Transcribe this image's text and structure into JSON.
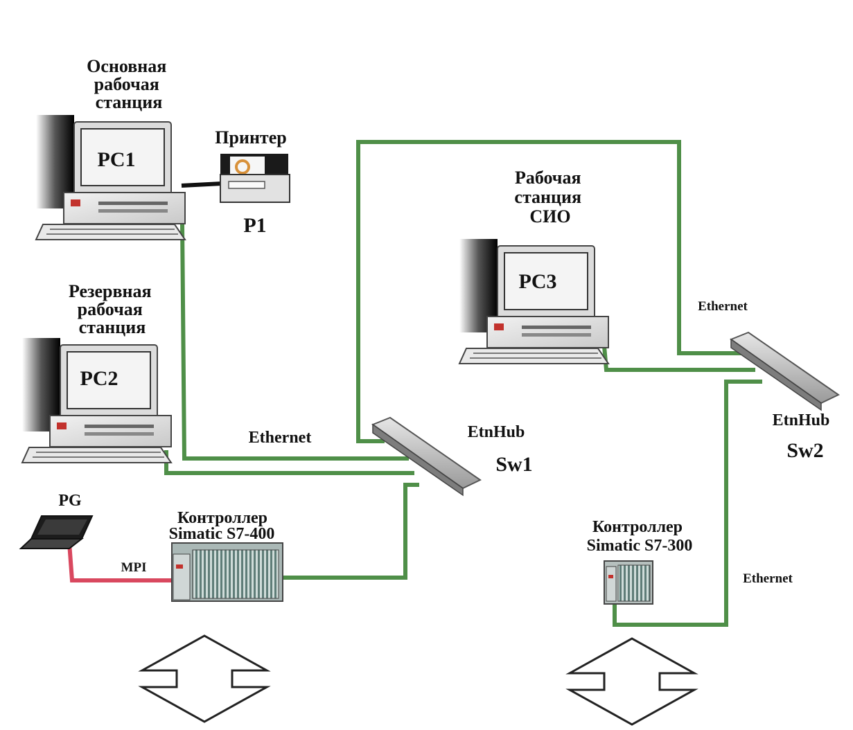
{
  "colors": {
    "ethernet": "#4f8f48",
    "mpi": "#d9485f",
    "printer_cable": "#111111"
  },
  "nodes": {
    "pc1": {
      "caption_lines": [
        "Основная",
        "рабочая",
        "станция"
      ],
      "screen_label": "PC1"
    },
    "printer": {
      "caption": "Принтер",
      "id_label": "P1"
    },
    "pc2": {
      "caption_lines": [
        "Резервная",
        "рабочая",
        "станция"
      ],
      "screen_label": "PC2"
    },
    "pc3": {
      "caption_lines": [
        "Рабочая",
        "станция",
        "СИО"
      ],
      "screen_label": "PC3"
    },
    "hub1": {
      "name": "EtnHub",
      "id": "Sw1"
    },
    "hub2": {
      "name": "EtnHub",
      "id": "Sw2"
    },
    "pg": {
      "label": "PG"
    },
    "s7_400": {
      "caption_lines": [
        "Контроллер",
        "Simatic S7-400"
      ]
    },
    "s7_300": {
      "caption_lines": [
        "Контроллер",
        "Simatic S7-300"
      ]
    }
  },
  "links": {
    "ethernet_sw1": "Ethernet",
    "ethernet_sw2_top": "Ethernet",
    "ethernet_sw2_bottom": "Ethernet",
    "mpi": "MPI"
  },
  "icons": {
    "io_arrow_left": "double-arrow-icon",
    "io_arrow_right": "double-arrow-icon"
  }
}
